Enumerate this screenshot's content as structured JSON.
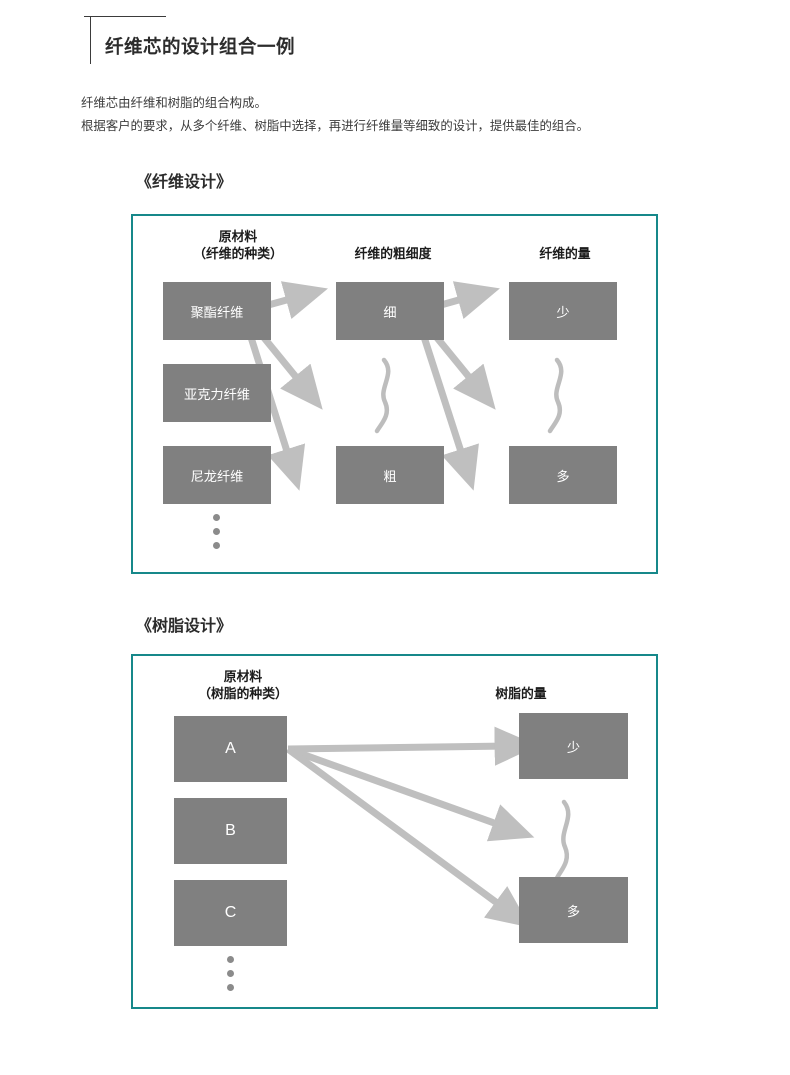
{
  "header": {
    "title": "纤维芯的设计组合一例"
  },
  "intro": {
    "lines": [
      "纤维芯由纤维和树脂的组合构成。",
      "根据客户的要求，从多个纤维、树脂中选择，再进行纤维量等细致的设计，提供最佳的组合。"
    ]
  },
  "colors": {
    "frame_border": "#16888a",
    "node_fill": "#808080",
    "node_text": "#ffffff",
    "arrow": "#bfbfbf",
    "squiggle": "#bdbdbd",
    "dot": "#8b8b8b",
    "title_text": "#2c2c2c",
    "body_text": "#3c3c3c"
  },
  "diagrams": [
    {
      "heading": "《纤维设计》",
      "columns": [
        {
          "caption_line1": "原材料",
          "caption_line2": "（纤维的种类）",
          "nodes": [
            "聚酯纤维",
            "亚克力纤维",
            "尼龙纤维"
          ],
          "has_ellipsis": true
        },
        {
          "caption_line1": "纤维的粗细度",
          "caption_line2": "",
          "nodes": [
            "细",
            "粗"
          ],
          "has_ellipsis": false
        },
        {
          "caption_line1": "纤维的量",
          "caption_line2": "",
          "nodes": [
            "少",
            "多"
          ],
          "has_ellipsis": false
        }
      ]
    },
    {
      "heading": "《树脂设计》",
      "columns": [
        {
          "caption_line1": "原材料",
          "caption_line2": "（树脂的种类）",
          "nodes": [
            "A",
            "B",
            "C"
          ],
          "has_ellipsis": true
        },
        {
          "caption_line1": "树脂的量",
          "caption_line2": "",
          "nodes": [
            "少",
            "多"
          ],
          "has_ellipsis": false
        }
      ]
    }
  ]
}
